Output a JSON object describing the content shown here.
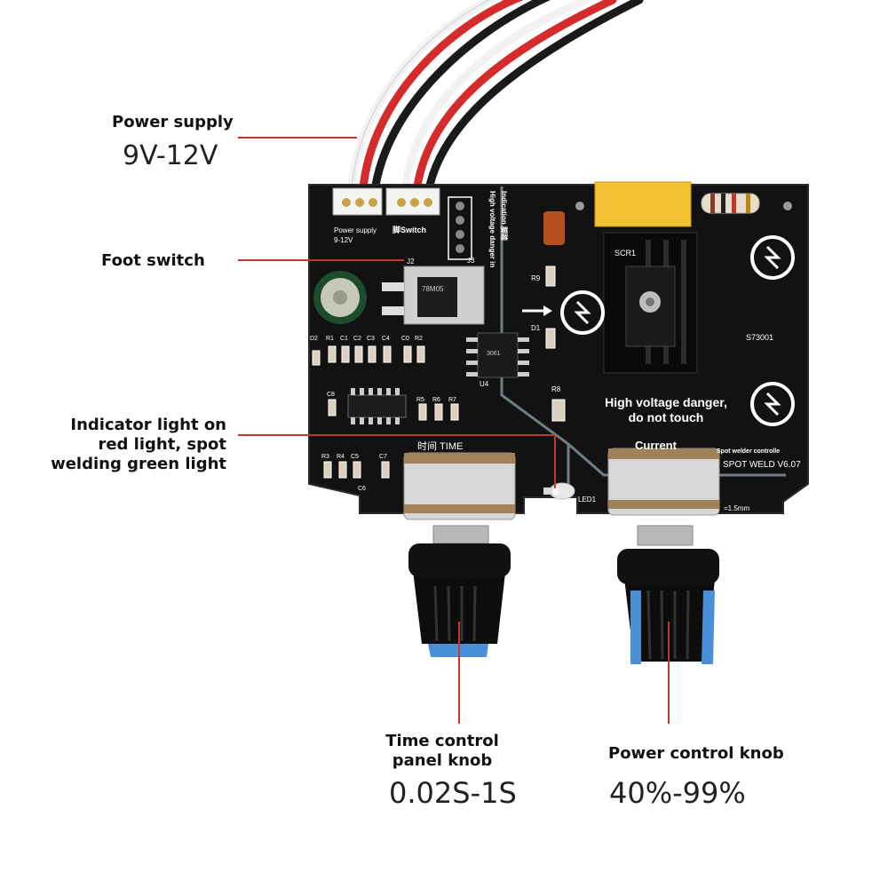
{
  "callouts": {
    "power_supply": "Power supply",
    "power_supply_value": "9V-12V",
    "foot_switch": "Foot switch",
    "indicator_line1": "Indicator light on",
    "indicator_line2": "red light, spot",
    "indicator_line3": "welding green light",
    "time_knob_line1": "Time control",
    "time_knob_line2": "panel knob",
    "time_knob_value": "0.02S-1S",
    "power_knob": "Power control knob",
    "power_knob_value": "40%-99%"
  },
  "board": {
    "connector1_label": "Power supply",
    "connector1_sub": "9-12V",
    "connector2_label": "脚Switch",
    "j2": "J2",
    "j3": "J3",
    "hv_note_vertical1": "High voltage danger in",
    "hv_note_vertical2": "Indication 脚踏",
    "scr": "SCR1",
    "r9": "R9",
    "d1": "D1",
    "part_code": "S73001",
    "hv_warning_line1": "High voltage danger,",
    "hv_warning_line2": "do not touch",
    "time_label": "时间  TIME",
    "current_label": "Current",
    "controller_label": "Spot welder controlle",
    "version": "SPOT WELD V6.07",
    "thickness": "=1.5mm",
    "led": "LED1",
    "regulator": "78M05",
    "chip": "3061",
    "u4": "U4",
    "r8": "R8",
    "top_row": [
      "D2",
      "R1",
      "C1",
      "C2",
      "C3",
      "C4",
      "C0",
      "R2"
    ],
    "c8": "C8",
    "mid_row": [
      "R5",
      "R6",
      "R7"
    ],
    "bottom_row": [
      "R3",
      "R4",
      "C5",
      "C7"
    ],
    "c6": "C6"
  },
  "colors": {
    "pcb": "#121212",
    "callout_line": "#c0392b",
    "knob_cap": "#0d0d0d",
    "knob_blue": "#4a90d9",
    "wire_red": "#d62b2b",
    "wire_black": "#1a1a1a",
    "wire_white": "#f2f2f2"
  }
}
